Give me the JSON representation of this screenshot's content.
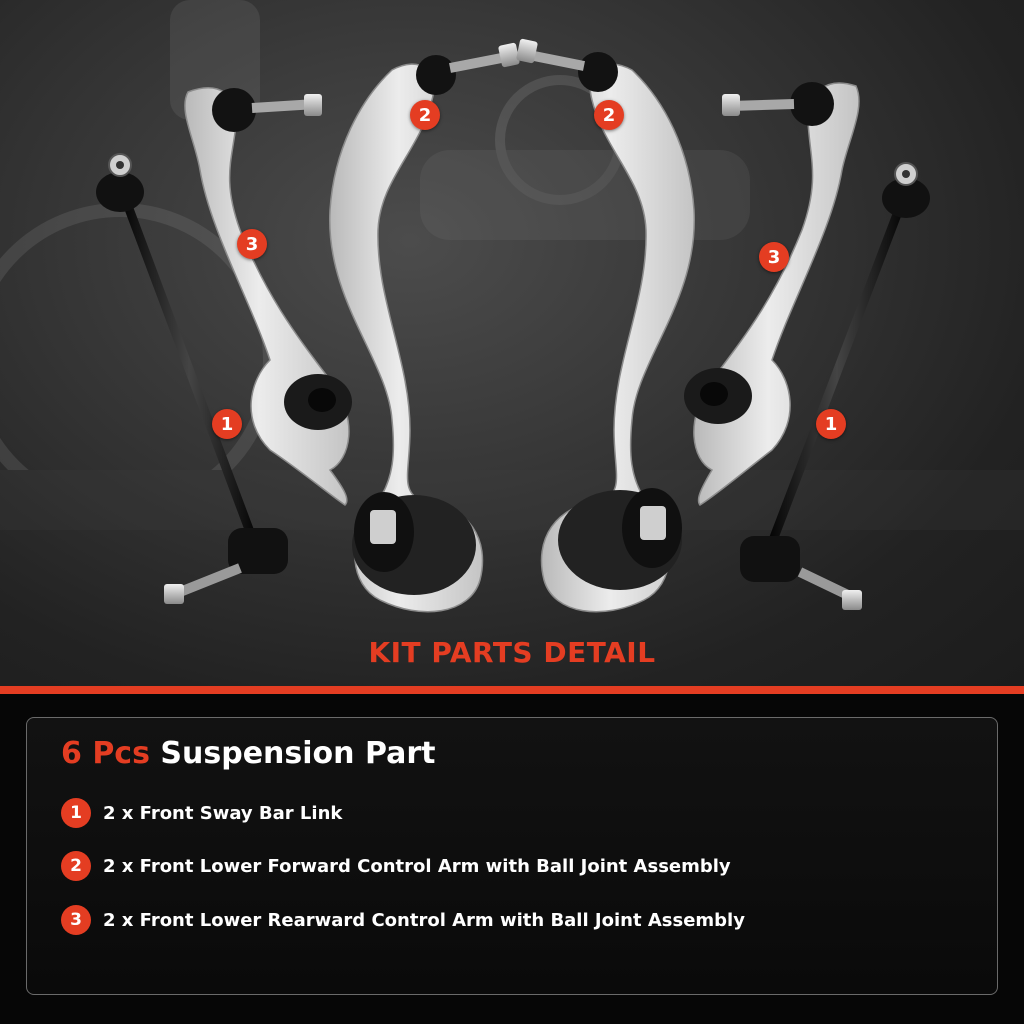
{
  "headline": "KIT PARTS DETAIL",
  "callouts": {
    "sway_bar_link": "1",
    "forward_control_arm": "2",
    "rearward_control_arm": "3"
  },
  "panel": {
    "title_accent": "6 Pcs",
    "title_rest": "Suspension Part",
    "items": [
      {
        "number": "1",
        "text": "2 x Front Sway Bar Link"
      },
      {
        "number": "2",
        "text": "2 x Front Lower Forward Control Arm with Ball Joint Assembly"
      },
      {
        "number": "3",
        "text": "2 x Front Lower Rearward Control Arm with Ball Joint Assembly"
      }
    ]
  },
  "colors": {
    "accent": "#e43d22",
    "panel_background": "#0a0a0a",
    "photo_background": "#2e2e2e",
    "part_aluminum": "#d9d9d9"
  }
}
